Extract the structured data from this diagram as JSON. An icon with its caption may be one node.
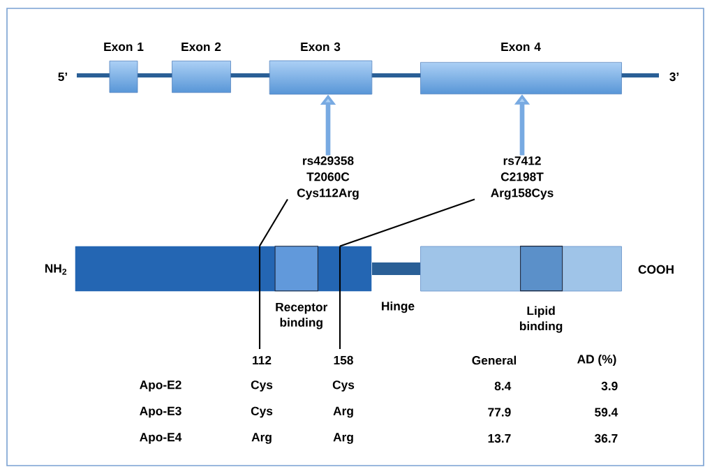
{
  "diagram": {
    "nodes": [
      {
        "text": [
          "Exon 1"
        ]
      },
      {
        "text": [
          "Exon 2"
        ]
      },
      {
        "text": [
          "Exon 3"
        ]
      },
      {
        "text": [
          "Exon 4"
        ]
      },
      {
        "text": [
          "rs429358 T2060C Cys112Arg"
        ]
      },
      {
        "text": [
          "rs7412 C2198T Arg158Cys"
        ]
      },
      {
        "text": [],
        "shape": "bar"
      },
      {
        "text": [
          "Receptor binding"
        ],
        "in": 6
      },
      {
        "text": [
          "Hinge"
        ]
      },
      {
        "text": [],
        "shape": "bar"
      },
      {
        "text": [
          "Lipid binding"
        ],
        "in": 9
      }
    ],
    "edges": [
      {
        "from": 4,
        "to": 2,
        "arrow": "to",
        "style": "thick",
        "color": "#78aae2"
      },
      {
        "from": 5,
        "to": 3,
        "arrow": "to",
        "style": "thick",
        "color": "#78aae2"
      },
      {
        "from": 4,
        "to": 6,
        "arrow": "none",
        "color": "#000000"
      },
      {
        "from": 5,
        "to": 6,
        "arrow": "none",
        "color": "#000000"
      }
    ],
    "labels": [
      "5’",
      "3’",
      "NH$_{2}$",
      "COOH",
      "112",
      "158",
      "General",
      "AD (%)",
      "Apo-E2",
      "Cys",
      "Cys",
      "8.4",
      "3.9",
      "Apo-E3",
      "Cys",
      "Arg",
      "77.9",
      "59.4",
      "Apo-E4",
      "Arg",
      "Arg",
      "13.7",
      "36.7"
    ]
  }
}
